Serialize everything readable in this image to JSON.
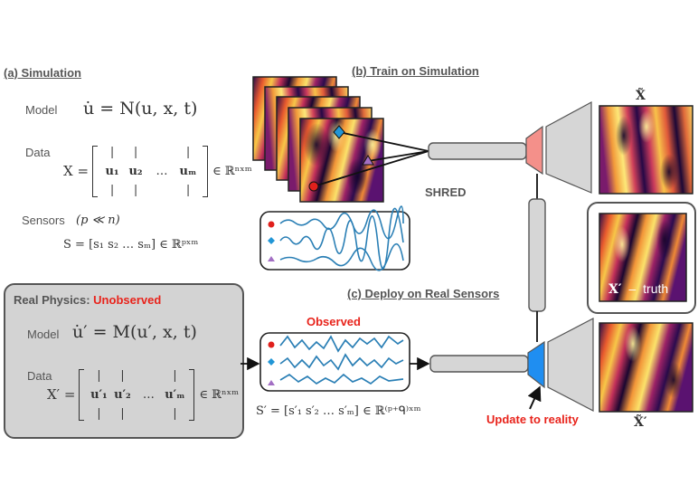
{
  "section_a": {
    "title": "(a) Simulation",
    "model_label": "Model",
    "model_eq": "u̇ = N(u, x, t)",
    "data_label": "Data",
    "data_lhs": "X =",
    "data_matrix": [
      "|",
      "|",
      "",
      "|",
      "u₁",
      "u₂",
      "…",
      "uₘ",
      "|",
      "|",
      "",
      "|"
    ],
    "data_rhs": "∈ ℝⁿˣᵐ",
    "sensors_label": "Sensors",
    "sensors_cond": "(p ≪ n)",
    "sensors_eq": "S = [s₁   s₂   …   sₘ] ∈ ℝᵖˣᵐ"
  },
  "section_b": {
    "title": "(b) Train on Simulation",
    "shred_label": "SHRED",
    "xtilde_label": "X̃"
  },
  "section_c": {
    "title": "(c) Deploy on Real Sensors",
    "observed_label": "Observed",
    "sensors_eq": "S′ = [s′₁   s′₂   …   s′ₘ] ∈ ℝ⁽ᵖ⁺ᑫ⁾ˣᵐ",
    "update_label": "Update to reality",
    "xtilde_prime_label": "X̃′"
  },
  "real_physics": {
    "title": "Real Physics:",
    "status": "Unobserved",
    "model_label": "Model",
    "model_eq": "u̇′ = M(u′, x, t)",
    "data_label": "Data",
    "data_lhs": "X′ =",
    "data_matrix": [
      "|",
      "|",
      "",
      "|",
      "u′₁",
      "u′₂",
      "…",
      "u′ₘ",
      "|",
      "|",
      "",
      "|"
    ],
    "data_rhs": "∈ ℝⁿˣᵐ"
  },
  "truth": {
    "symbol": "X′",
    "dash": "–",
    "word": "truth"
  },
  "colors": {
    "observed_red": "#e8231b",
    "trained_decoder": "#f4908a",
    "updated_decoder": "#1f8ef1",
    "sensor_line": "#2a7fb5",
    "marker_circle": "#e0201c",
    "marker_diamond": "#2196d6",
    "marker_triangle": "#a36fc4"
  }
}
